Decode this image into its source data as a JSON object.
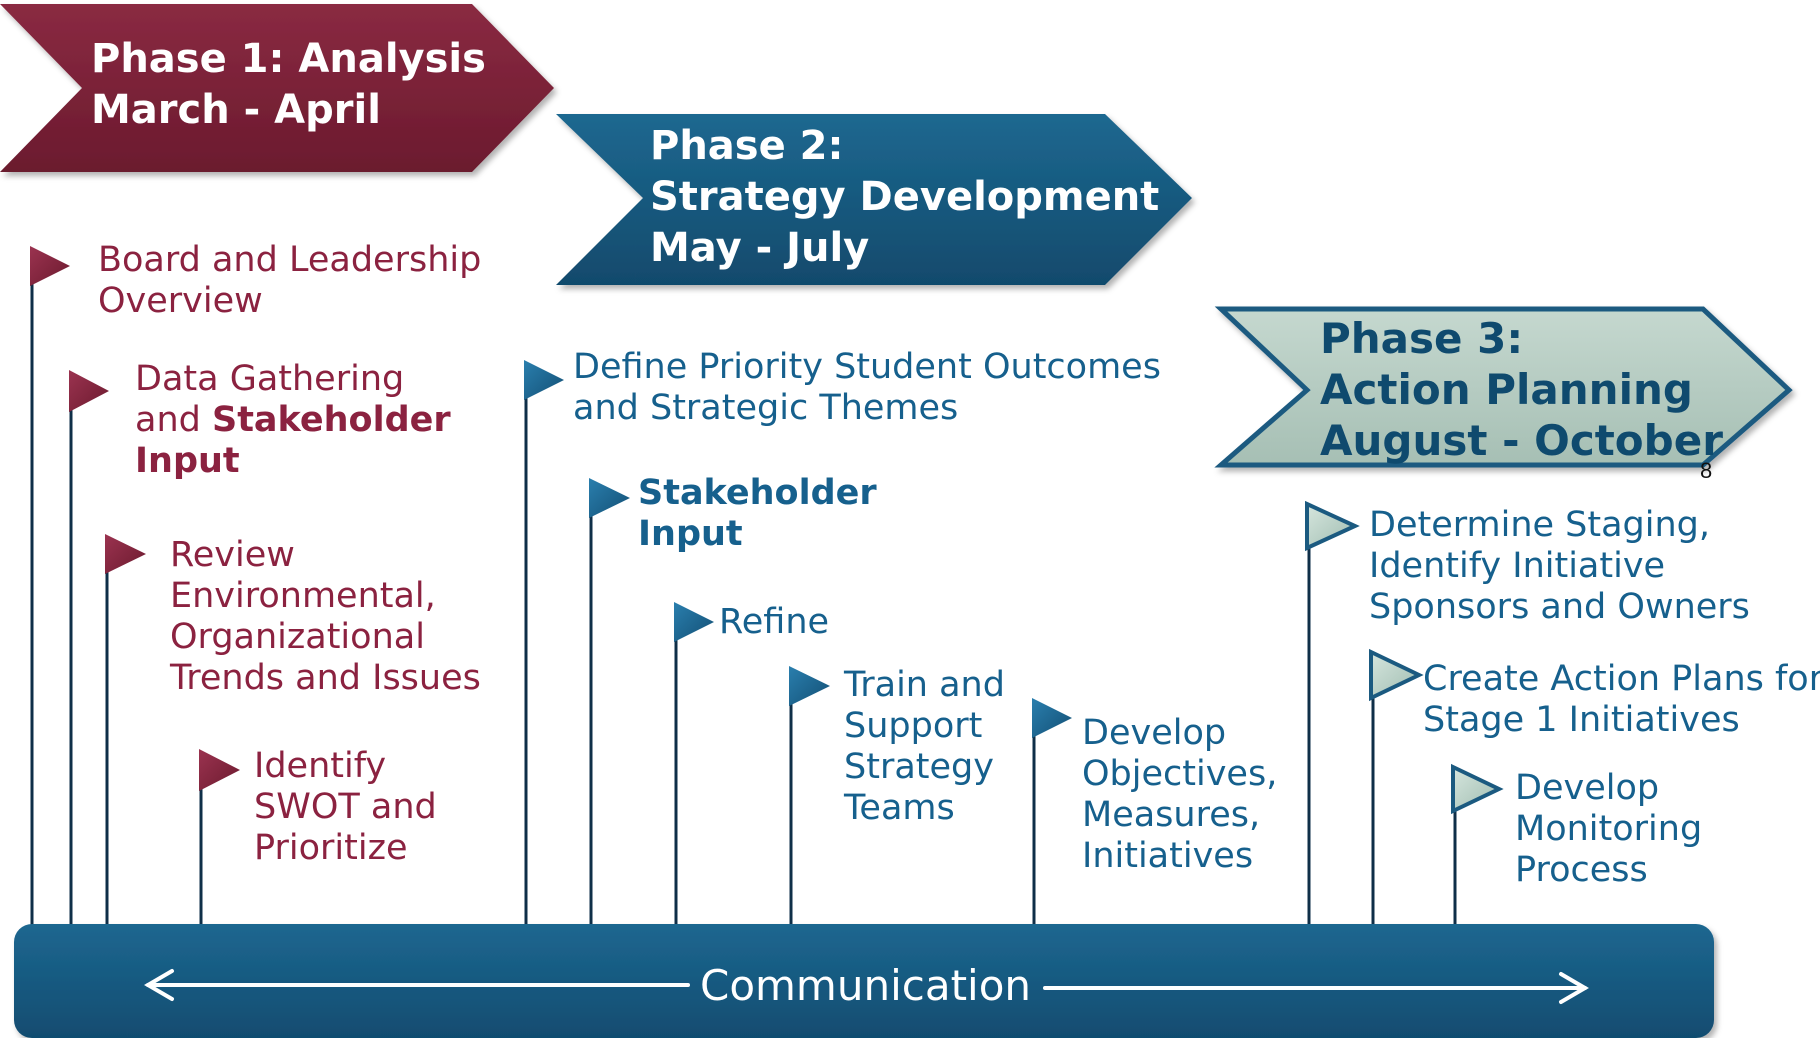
{
  "colors": {
    "phase1": "#7a1f35",
    "phase2": "#15587f",
    "phase3_fill": "#b4cbc1",
    "phase3_border": "#1b5a80",
    "phase1_text": "#8b2240",
    "phase2_text": "#16608d",
    "bar": "#165a80"
  },
  "phases": [
    {
      "line1": "Phase 1: Analysis",
      "line2": "March - April",
      "line3": ""
    },
    {
      "line1": "Phase 2:",
      "line2": "Strategy Development",
      "line3": "May - July"
    },
    {
      "line1": "Phase 3:",
      "line2": "Action Planning",
      "line3": "August - October"
    }
  ],
  "page_number": "8",
  "steps": {
    "board": [
      "Board and Leadership",
      "Overview"
    ],
    "data_gathering": {
      "line1": "Data Gathering",
      "line2_prefix": "and ",
      "line2_bold": "Stakeholder",
      "line3_bold": "Input"
    },
    "review": [
      "Review",
      "Environmental,",
      "Organizational",
      "Trends and Issues"
    ],
    "swot": [
      "Identify",
      "SWOT and",
      "Prioritize"
    ],
    "define": [
      "Define Priority Student Outcomes",
      "and Strategic Themes"
    ],
    "stakeholder": [
      "Stakeholder",
      "Input"
    ],
    "refine": [
      "Refine"
    ],
    "train": [
      "Train and",
      "Support",
      "Strategy",
      "Teams"
    ],
    "develop_obj": [
      "Develop",
      "Objectives,",
      "Measures,",
      "Initiatives"
    ],
    "staging": [
      "Determine Staging,",
      "Identify Initiative",
      "Sponsors and Owners"
    ],
    "action_plans": [
      "Create Action Plans for",
      "Stage 1 Initiatives"
    ],
    "monitoring": [
      "Develop",
      "Monitoring",
      "Process"
    ]
  },
  "communication_label": "Communication",
  "icons": [
    "flag-icon",
    "double-arrow-icon"
  ]
}
